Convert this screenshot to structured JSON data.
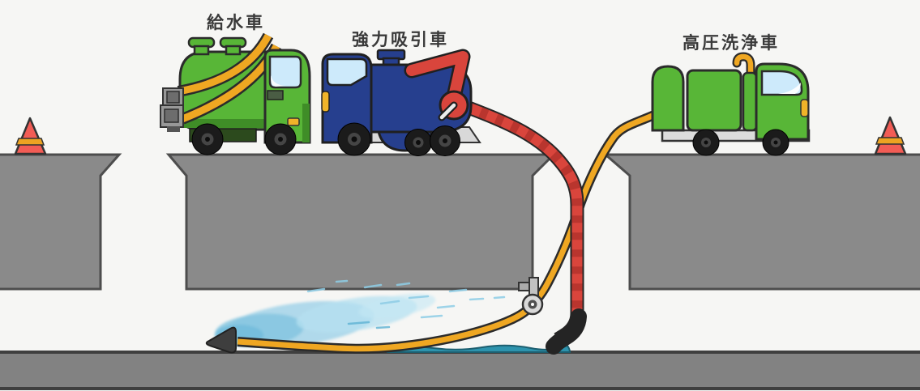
{
  "labels": {
    "water_supply_truck": "給水車",
    "suction_truck": "強力吸引車",
    "high_pressure_washing_truck": "高圧洗浄車"
  },
  "vehicles": [
    {
      "id": "water-supply-truck",
      "label": "給水車",
      "body_color": "#58b637"
    },
    {
      "id": "suction-truck",
      "label": "強力吸引車",
      "body_color": "#263f8e"
    },
    {
      "id": "high-pressure-washing-truck",
      "label": "高圧洗浄車",
      "body_color": "#58b637"
    }
  ],
  "colors": {
    "background": "#f6f6f4",
    "ground": "#8a8a8a",
    "ground_outline": "#4d4d4d",
    "road_base": "#828282",
    "truck_green": "#58b637",
    "truck_blue": "#263f8e",
    "window_blue": "#cdeafb",
    "hose_yellow": "#efa722",
    "hose_red": "#d9453c",
    "water_teal": "#2d93ad",
    "spray_blue": "#9fd2e8",
    "cone_red": "#f25c55",
    "cone_stripe": "#eda322",
    "label_text": "#3a3a3a"
  }
}
